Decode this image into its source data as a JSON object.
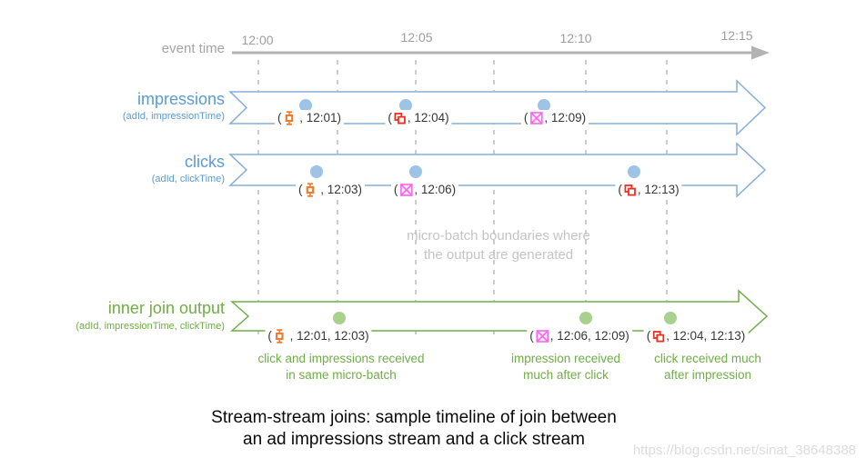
{
  "colors": {
    "label_blue": "#5b9bd5",
    "arrow_blue": "#85add8",
    "dot_blue": "#9dc3e6",
    "label_green": "#70ad47",
    "dot_green": "#a9d18e",
    "axis_gray": "#b3b3b3",
    "dash_gray": "#bfbfbf",
    "orange_ad": "#ed7d31",
    "red_ad": "#f02e20",
    "pink_ad": "#f966f1"
  },
  "timeline": {
    "label": "event time",
    "ticks": [
      "12:00",
      "12:05",
      "12:10",
      "12:15"
    ]
  },
  "streams": {
    "impressions": {
      "name": "impressions",
      "schema": "(adId, impressionTime)",
      "events": [
        {
          "icon": "orange-ad",
          "open": "(",
          "rest": " , 12:01)"
        },
        {
          "icon": "red-ad",
          "open": "(",
          "rest": ", 12:04)"
        },
        {
          "icon": "pink-ad",
          "open": "(",
          "rest": ", 12:09)"
        }
      ]
    },
    "clicks": {
      "name": "clicks",
      "schema": "(adId, clickTime)",
      "events": [
        {
          "icon": "orange-ad",
          "open": "(",
          "rest": " , 12:03)"
        },
        {
          "icon": "pink-ad",
          "open": "(",
          "rest": ", 12:06)"
        },
        {
          "icon": "red-ad",
          "open": "(",
          "rest": ", 12:13)"
        }
      ]
    },
    "output": {
      "name": "inner join output",
      "schema": "(adId, impressionTime,  clickTime)",
      "events": [
        {
          "icon": "orange-ad",
          "open": "(",
          "rest": " , 12:01, 12:03)"
        },
        {
          "icon": "pink-ad",
          "open": "(",
          "rest": ", 12:06, 12:09)"
        },
        {
          "icon": "red-ad",
          "open": "(",
          "rest": ", 12:04, 12:13)"
        }
      ]
    }
  },
  "boundaries_note": {
    "line1": "micro-batch boundaries where",
    "line2": "the output are generated"
  },
  "annotations": [
    {
      "line1": "click and impressions received",
      "line2": "in same micro-batch"
    },
    {
      "line1": "impression received",
      "line2": "much after click"
    },
    {
      "line1": "click received much",
      "line2": "after impression"
    }
  ],
  "caption": {
    "line1": "Stream-stream joins: sample timeline of join between",
    "line2": "an ad impressions stream and a click stream"
  },
  "watermark": "https://blog.csdn.net/sinat_38648388"
}
